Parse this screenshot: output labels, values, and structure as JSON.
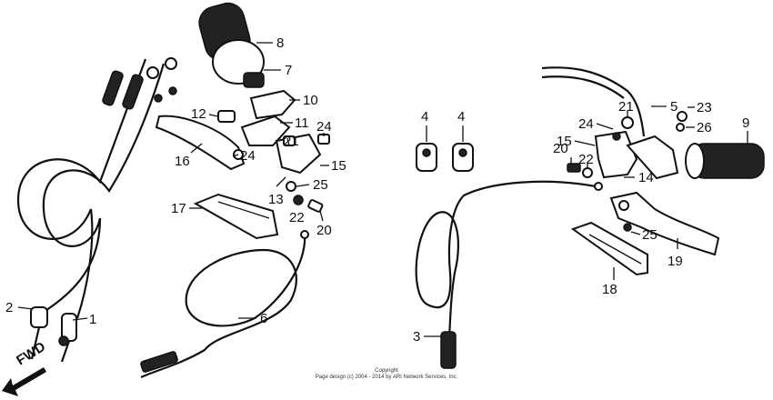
{
  "callouts": [
    "1",
    "2",
    "3",
    "4",
    "5",
    "6",
    "7",
    "8",
    "9",
    "10",
    "11",
    "12",
    "13",
    "14",
    "15",
    "16",
    "17",
    "18",
    "19",
    "20",
    "21",
    "22",
    "23",
    "24",
    "25",
    "26"
  ],
  "fwd_label": "FWD",
  "copyright": {
    "line1": "Copyright",
    "line2": "Page design (c) 2004 - 2014 by ARI Network Services, Inc."
  }
}
